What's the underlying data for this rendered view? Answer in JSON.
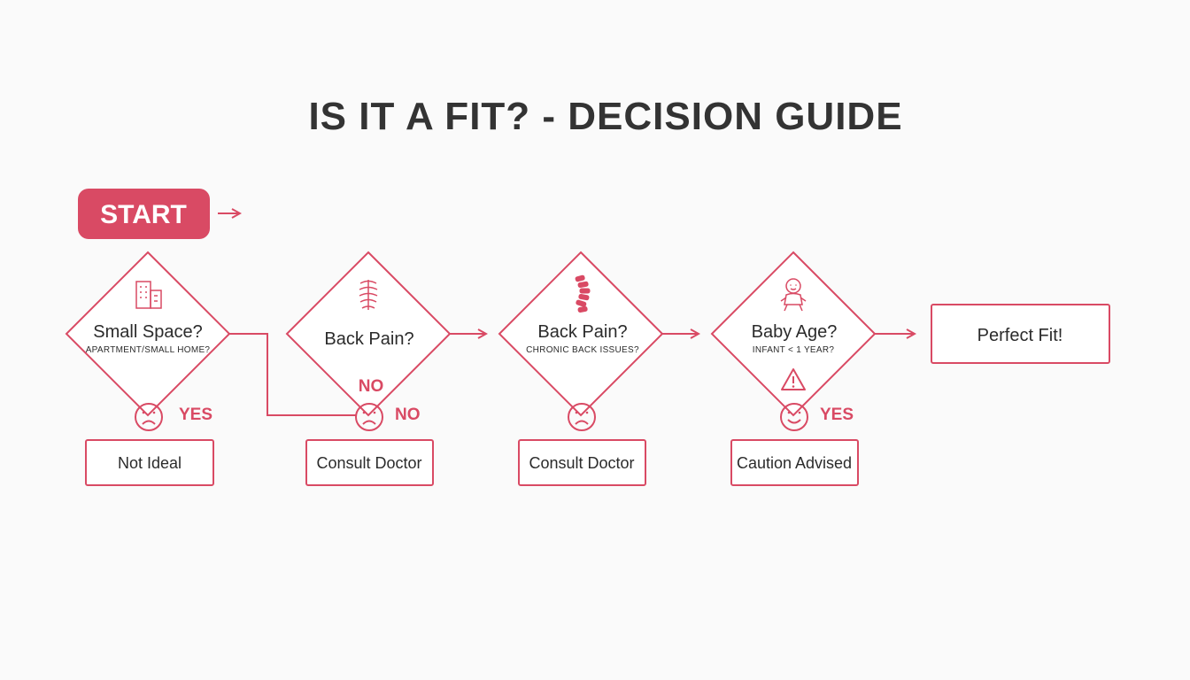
{
  "colors": {
    "accent": "#d94a64",
    "text": "#2b2b2b",
    "title": "#333333",
    "background": "#fafafa"
  },
  "title": "IS IT A FIT? - DECISION GUIDE",
  "start": {
    "label": "START"
  },
  "decisions": [
    {
      "question": "Small Space?",
      "detail": "APARTMENT/SMALL HOME?",
      "icon": "building-icon",
      "branch_label": "YES",
      "face": "sad-face-icon",
      "outcome": "Not Ideal"
    },
    {
      "question": "Back Pain?",
      "detail": "",
      "icon": "spine-icon",
      "inner_label": "NO",
      "branch_label": "NO",
      "face": "sad-face-icon",
      "outcome": "Consult Doctor"
    },
    {
      "question": "Back Pain?",
      "detail": "CHRONIC BACK ISSUES?",
      "icon": "spine-icon",
      "branch_label": "",
      "face": "sad-face-icon",
      "outcome": "Consult Doctor"
    },
    {
      "question": "Baby Age?",
      "detail": "INFANT < 1 YEAR?",
      "icon": "baby-icon",
      "warning_icon": "warning-icon",
      "branch_label": "YES",
      "face": "happy-face-icon",
      "outcome": "Caution Advised"
    }
  ],
  "final": {
    "label": "Perfect Fit!"
  }
}
